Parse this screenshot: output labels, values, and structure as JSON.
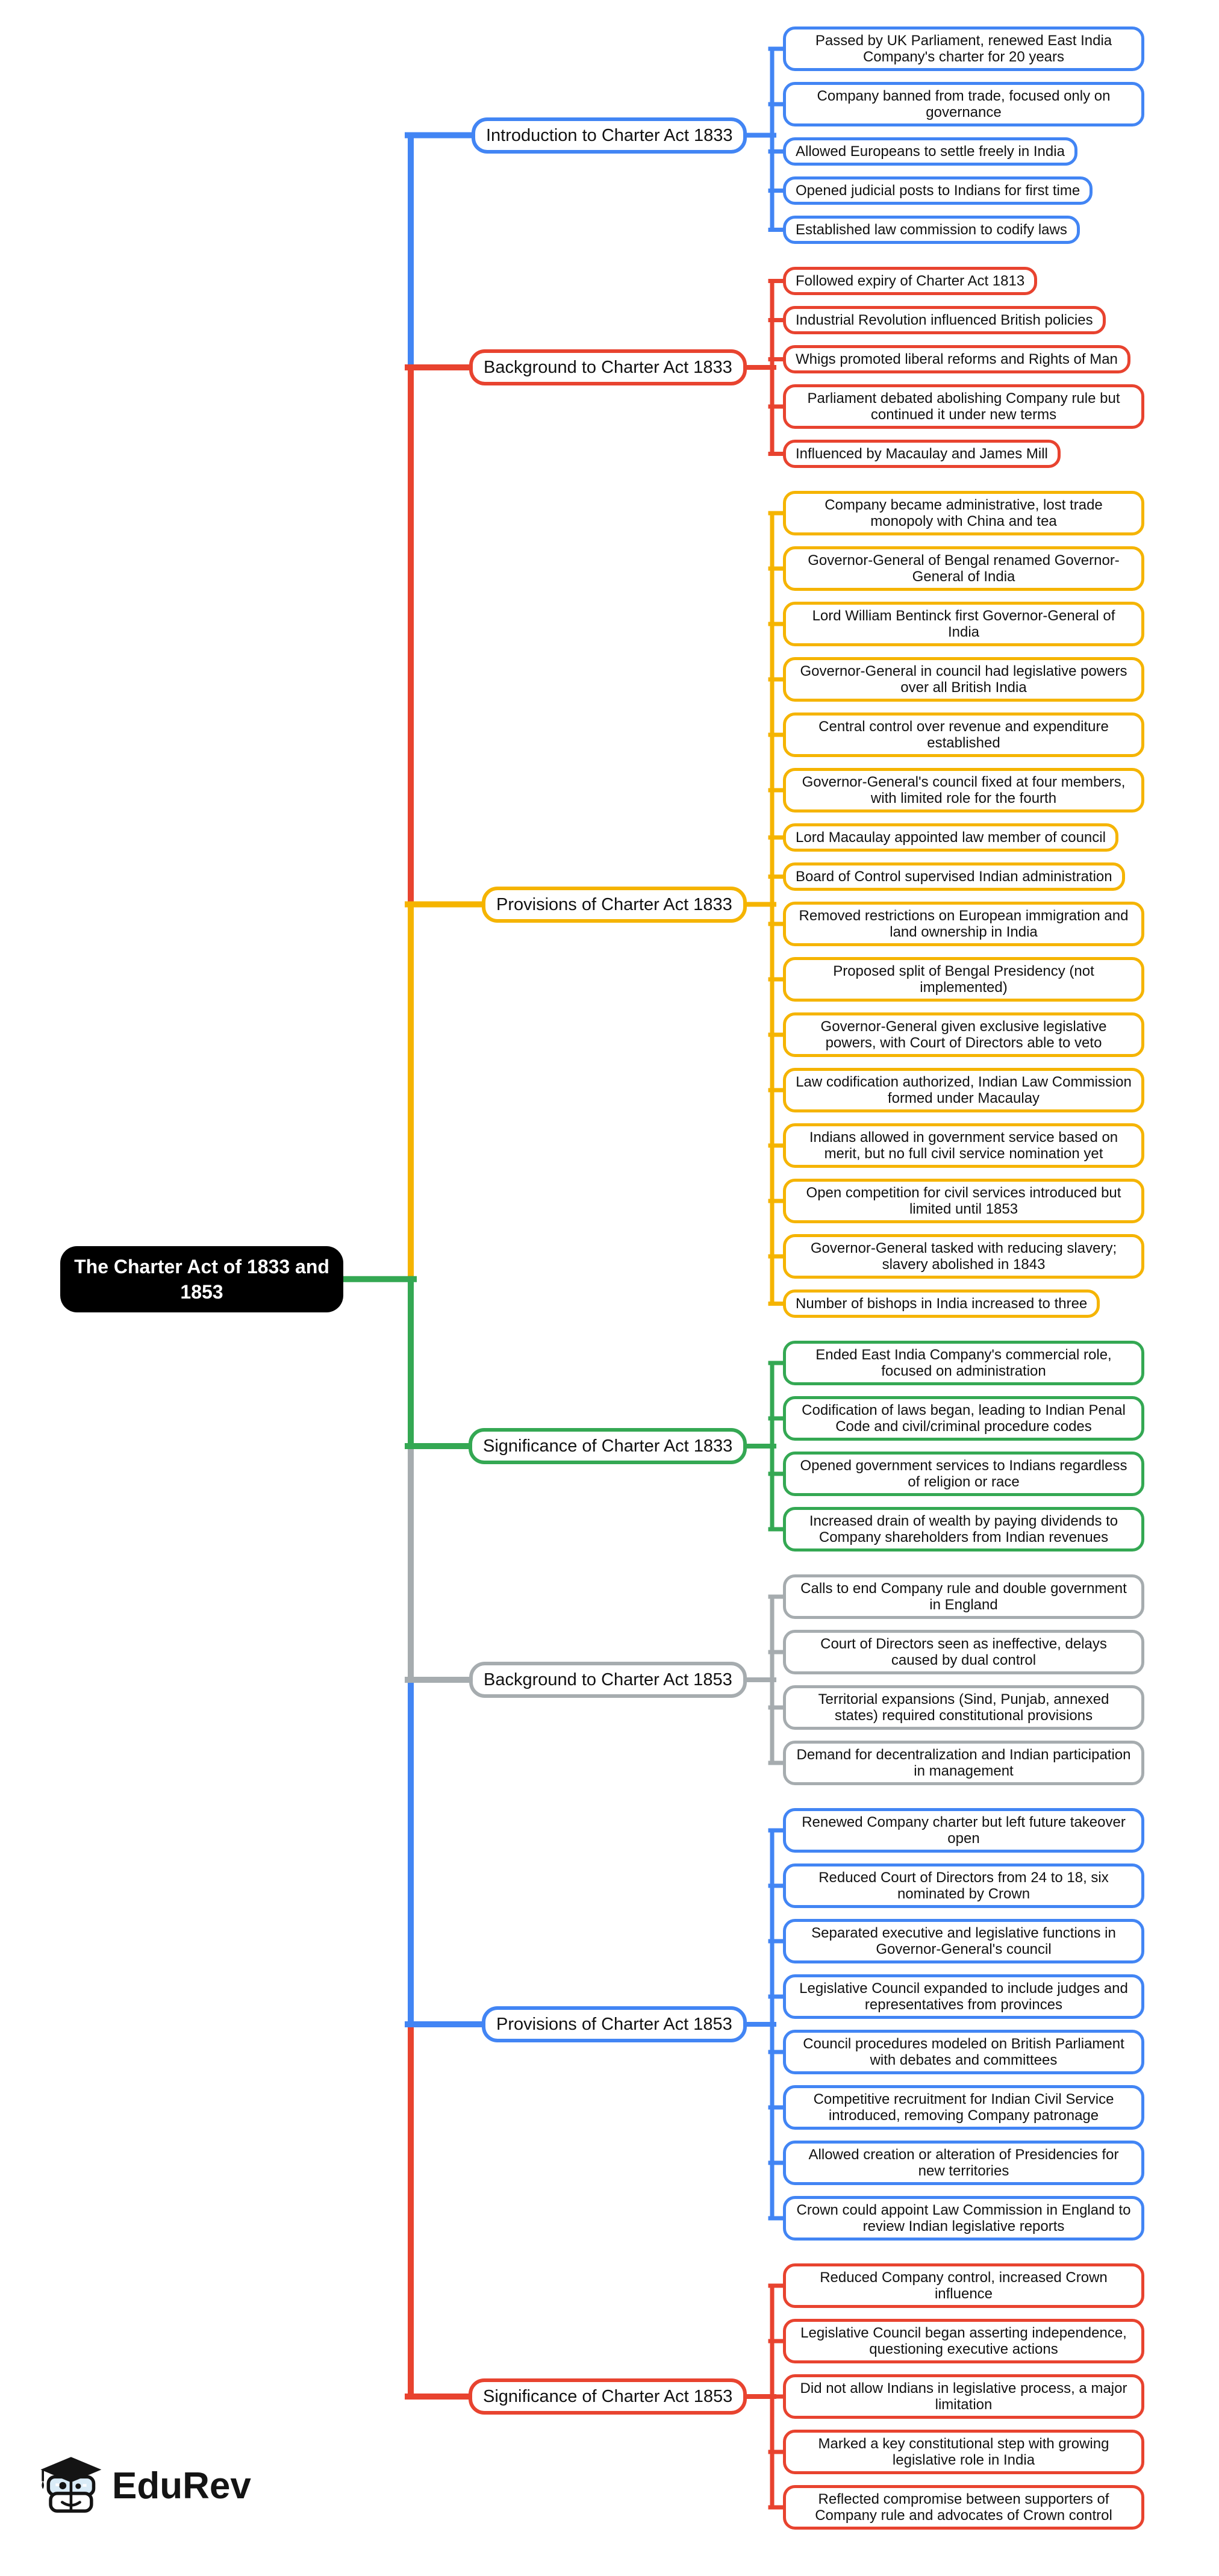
{
  "root": {
    "label": "The Charter Act of 1833 and 1853",
    "bg_color": "#000000",
    "text_color": "#ffffff",
    "connector_color": "#34A853"
  },
  "branding": {
    "name": "EduRev"
  },
  "branches": [
    {
      "id": "intro-1833",
      "label": "Introduction to Charter Act 1833",
      "color": "#4285F4",
      "leaves": [
        "Passed by UK Parliament, renewed East India Company's charter for 20 years",
        "Company banned from trade, focused only on governance",
        "Allowed Europeans to settle freely in India",
        "Opened judicial posts to Indians for first time",
        "Established law commission to codify laws"
      ]
    },
    {
      "id": "background-1833",
      "label": "Background to Charter Act 1833",
      "color": "#E8432F",
      "leaves": [
        "Followed expiry of Charter Act 1813",
        "Industrial Revolution influenced British policies",
        "Whigs promoted liberal reforms and Rights of Man",
        "Parliament debated abolishing Company rule but continued it under new terms",
        "Influenced by Macaulay and James Mill"
      ]
    },
    {
      "id": "provisions-1833",
      "label": "Provisions of Charter Act 1833",
      "color": "#F5B400",
      "leaves": [
        "Company became administrative, lost trade monopoly with China and tea",
        "Governor-General of Bengal renamed Governor-General of India",
        "Lord William Bentinck first Governor-General of India",
        "Governor-General in council had legislative powers over all British India",
        "Central control over revenue and expenditure established",
        "Governor-General's council fixed at four members, with limited role for the fourth",
        "Lord Macaulay appointed law member of council",
        "Board of Control supervised Indian administration",
        "Removed restrictions on European immigration and land ownership in India",
        "Proposed split of Bengal Presidency (not implemented)",
        "Governor-General given exclusive legislative powers, with Court of Directors able to veto",
        "Law codification authorized, Indian Law Commission formed under Macaulay",
        "Indians allowed in government service based on merit, but no full civil service nomination yet",
        "Open competition for civil services introduced but limited until 1853",
        "Governor-General tasked with reducing slavery; slavery abolished in 1843",
        "Number of bishops in India increased to three"
      ]
    },
    {
      "id": "significance-1833",
      "label": "Significance of Charter Act 1833",
      "color": "#34A853",
      "leaves": [
        "Ended East India Company's commercial role, focused on administration",
        "Codification of laws began, leading to Indian Penal Code and civil/criminal procedure codes",
        "Opened government services to Indians regardless of religion or race",
        "Increased drain of wealth by paying dividends to Company shareholders from Indian revenues"
      ]
    },
    {
      "id": "background-1853",
      "label": "Background to Charter Act 1853",
      "color": "#A6ACAF",
      "leaves": [
        "Calls to end Company rule and double government in England",
        "Court of Directors seen as ineffective, delays caused by dual control",
        "Territorial expansions (Sind, Punjab, annexed states) required constitutional provisions",
        "Demand for decentralization and Indian participation in management"
      ]
    },
    {
      "id": "provisions-1853",
      "label": "Provisions of Charter Act 1853",
      "color": "#4285F4",
      "leaves": [
        "Renewed Company charter but left future takeover open",
        "Reduced Court of Directors from 24 to 18, six nominated by Crown",
        "Separated executive and legislative functions in Governor-General's council",
        "Legislative Council expanded to include judges and representatives from provinces",
        "Council procedures modeled on British Parliament with debates and committees",
        "Competitive recruitment for Indian Civil Service introduced, removing Company patronage",
        "Allowed creation or alteration of Presidencies for new territories",
        "Crown could appoint Law Commission in England to review Indian legislative reports"
      ]
    },
    {
      "id": "significance-1853",
      "label": "Significance of Charter Act 1853",
      "color": "#E8432F",
      "leaves": [
        "Reduced Company control, increased Crown influence",
        "Legislative Council began asserting independence, questioning executive actions",
        "Did not allow Indians in legislative process, a major limitation",
        "Marked a key constitutional step with growing legislative role in India",
        "Reflected compromise between supporters of Company rule and advocates of Crown control"
      ]
    }
  ]
}
